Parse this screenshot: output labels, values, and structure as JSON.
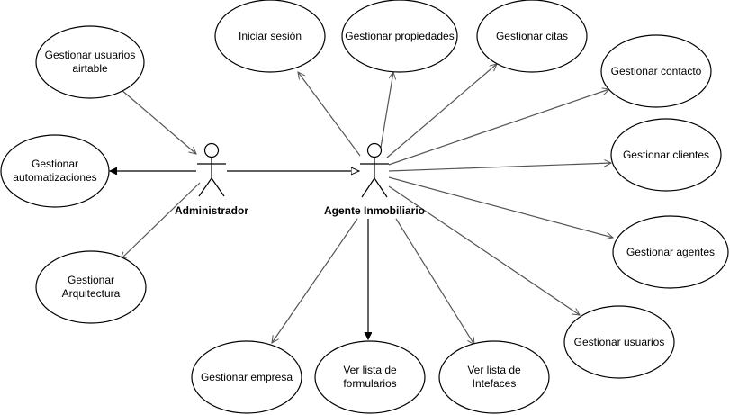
{
  "actors": {
    "admin": {
      "label": "Administrador"
    },
    "agent": {
      "label": "Agente Inmobiliario"
    }
  },
  "use_cases": {
    "gestionar_usuarios_airtable": {
      "lines": [
        "Gestionar usuarios",
        "airtable"
      ]
    },
    "gestionar_automatizaciones": {
      "lines": [
        "Gestionar",
        "automatizaciones"
      ]
    },
    "gestionar_arquitectura": {
      "lines": [
        "Gestionar",
        "Arquitectura"
      ]
    },
    "iniciar_sesion": {
      "lines": [
        "Iniciar sesión"
      ]
    },
    "gestionar_propiedades": {
      "lines": [
        "Gestionar propiedades"
      ]
    },
    "gestionar_citas": {
      "lines": [
        "Gestionar citas"
      ]
    },
    "gestionar_contacto": {
      "lines": [
        "Gestionar contacto"
      ]
    },
    "gestionar_clientes": {
      "lines": [
        "Gestionar clientes"
      ]
    },
    "gestionar_agentes": {
      "lines": [
        "Gestionar agentes"
      ]
    },
    "gestionar_usuarios": {
      "lines": [
        "Gestionar usuarios"
      ]
    },
    "gestionar_empresa": {
      "lines": [
        "Gestionar empresa"
      ]
    },
    "ver_formularios": {
      "lines": [
        "Ver lista de",
        "formularios"
      ]
    },
    "ver_intefaces": {
      "lines": [
        "Ver lista de",
        "Intefaces"
      ]
    }
  },
  "colors": {
    "line": "#555555",
    "stroke": "#000000",
    "fill": "#ffffff"
  }
}
